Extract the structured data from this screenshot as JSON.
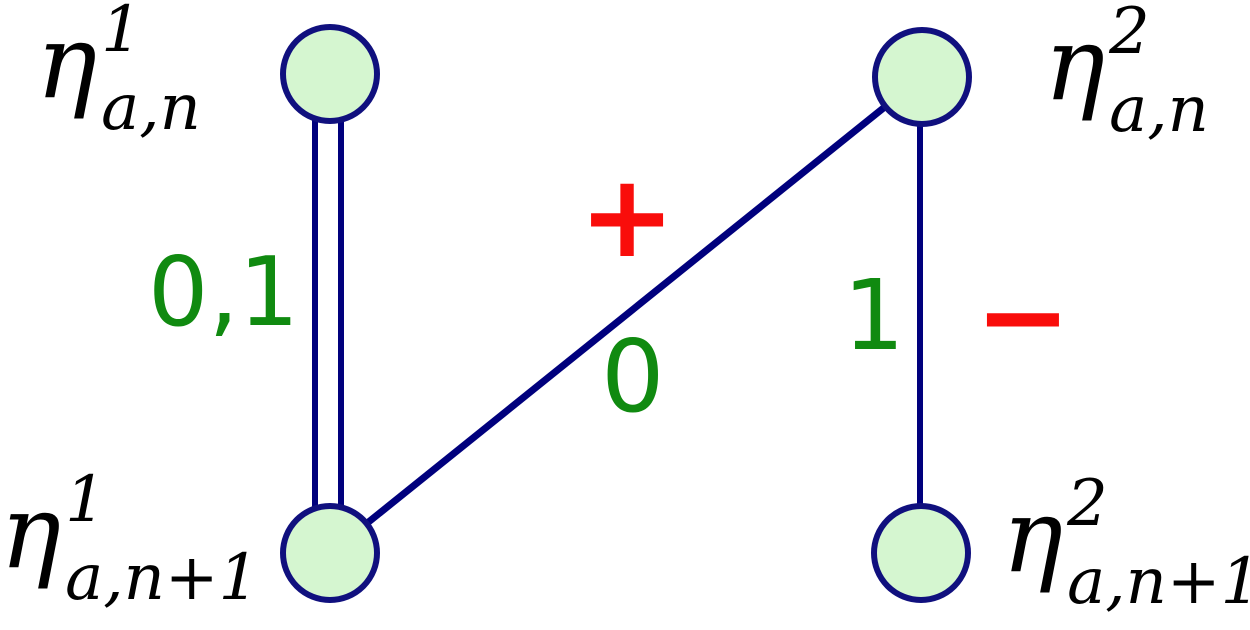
{
  "figure": {
    "type": "graph-diagram",
    "background": "#ffffff",
    "colors": {
      "node_fill": "#d5f6d0",
      "node_border": "#10107e",
      "edge_line": "#00007d",
      "weight_label": "#108a10",
      "sign_label": "#f90d0b",
      "node_label": "#000000"
    },
    "nodes": [
      {
        "id": "eta-1-a-n",
        "base": "η",
        "sup": "1",
        "sub": "a,n",
        "position": "top-left"
      },
      {
        "id": "eta-1-a-n+1",
        "base": "η",
        "sup": "1",
        "sub": "a,n+1",
        "position": "bottom-left"
      },
      {
        "id": "eta-2-a-n",
        "base": "η",
        "sup": "2",
        "sub": "a,n",
        "position": "top-right"
      },
      {
        "id": "eta-2-a-n+1",
        "base": "η",
        "sup": "2",
        "sub": "a,n+1",
        "position": "bottom-right"
      }
    ],
    "edges": [
      {
        "from": "eta-1-a-n",
        "to": "eta-1-a-n+1",
        "style": "double-line",
        "weight_label": "0,1"
      },
      {
        "from": "eta-1-a-n+1",
        "to": "eta-2-a-n",
        "style": "single-line",
        "sign_label": "+",
        "weight_label": "0"
      },
      {
        "from": "eta-2-a-n",
        "to": "eta-2-a-n+1",
        "style": "single-line",
        "weight_label": "1",
        "sign_label": "−"
      }
    ]
  }
}
